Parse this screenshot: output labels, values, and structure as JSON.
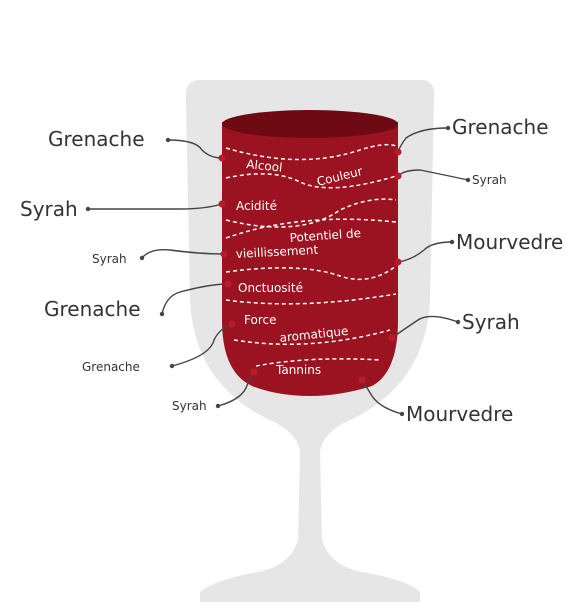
{
  "colors": {
    "background": "#ffffff",
    "glass": "#e6e6e6",
    "wine": "#9b1320",
    "wine_dark": "#6e0a14",
    "label_text": "#333333",
    "connector": "#444444"
  },
  "wine_properties": {
    "alcool": "Alcool",
    "couleur": "Couleur",
    "acidite": "Acidité",
    "potentiel_line1": "Potentiel de",
    "potentiel_line2": "vieillissement",
    "onctuosite": "Onctuosité",
    "force_line1": "Force",
    "force_line2": "aromatique",
    "tannins": "Tannins"
  },
  "grape_labels": {
    "left_1": "Grenache",
    "left_2": "Syrah",
    "left_3": "Syrah",
    "left_4": "Grenache",
    "left_5": "Grenache",
    "left_6": "Syrah",
    "right_1": "Grenache",
    "right_2": "Syrah",
    "right_3": "Mourvedre",
    "right_4": "Syrah",
    "right_5": "Mourvedre"
  }
}
